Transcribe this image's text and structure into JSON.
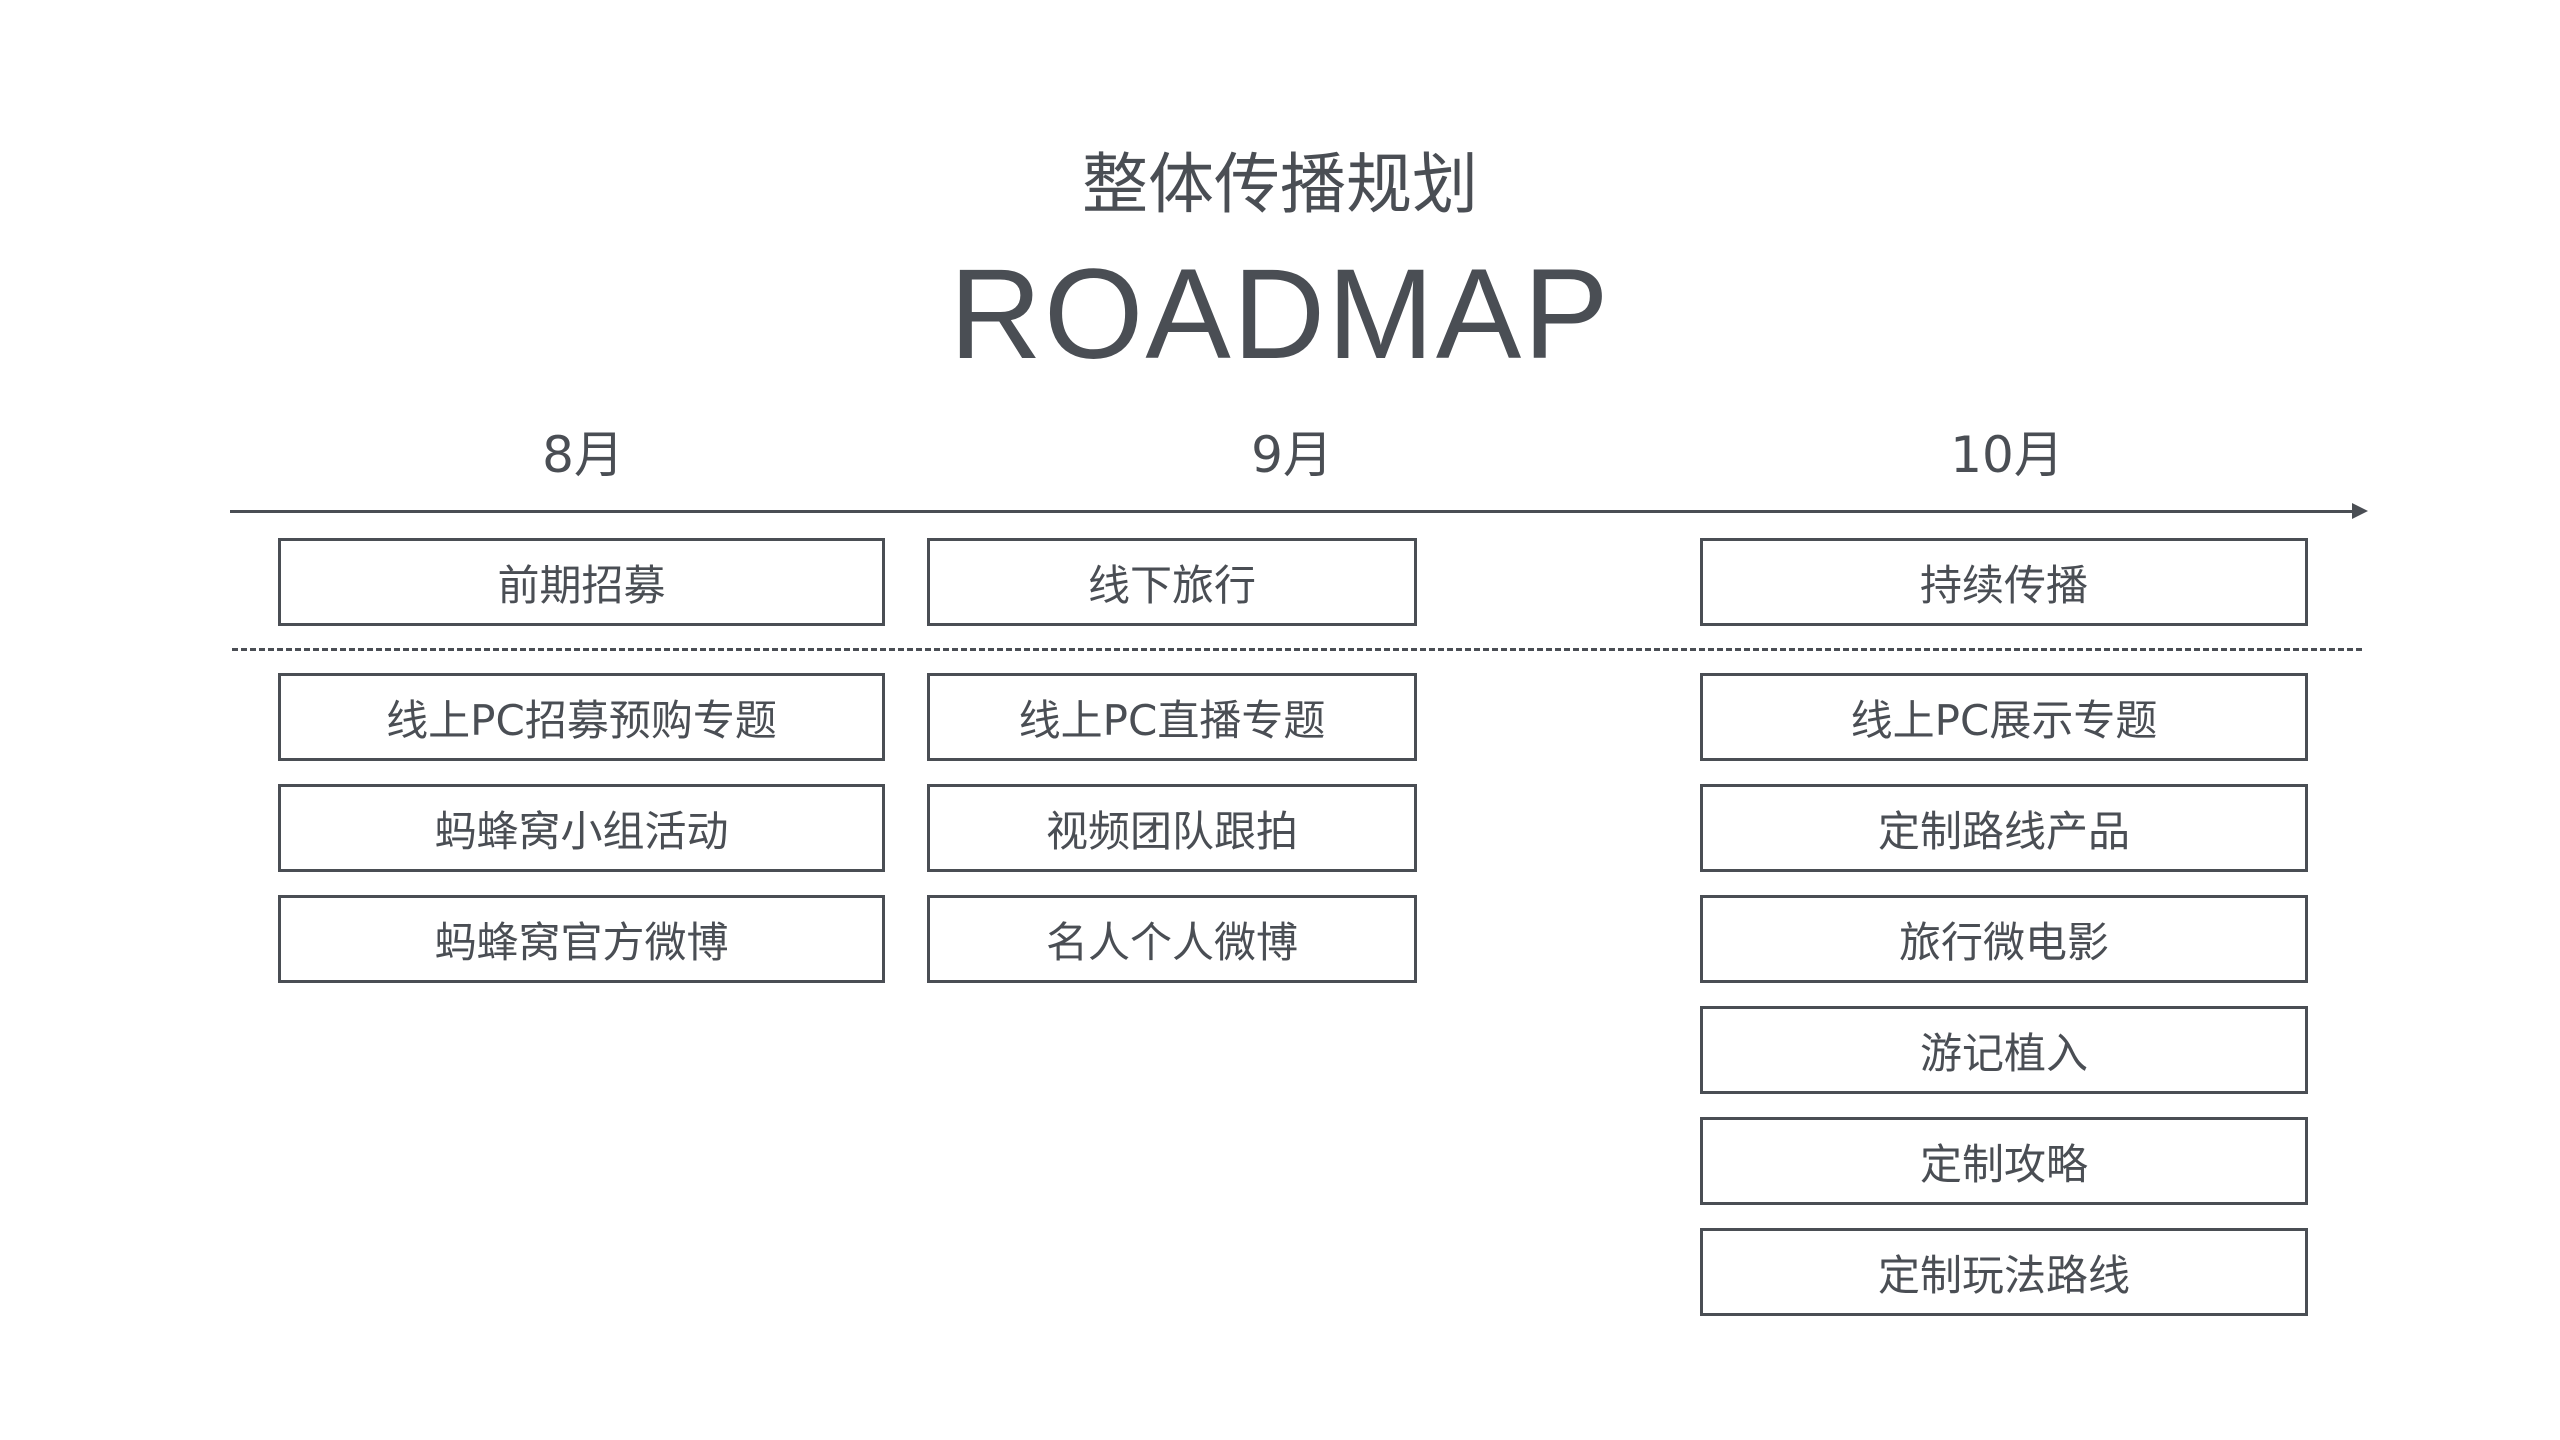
{
  "header": {
    "subtitle": "整体传播规划",
    "title": "ROADMAP"
  },
  "months": [
    "8月",
    "9月",
    "10月"
  ],
  "phases": [
    "前期招募",
    "线下旅行",
    "持续传播"
  ],
  "columns": [
    {
      "month": "8月",
      "phase": "前期招募",
      "items": [
        "线上PC招募预购专题",
        "蚂蜂窝小组活动",
        "蚂蜂窝官方微博"
      ]
    },
    {
      "month": "9月",
      "phase": "线下旅行",
      "items": [
        "线上PC直播专题",
        "视频团队跟拍",
        "名人个人微博"
      ]
    },
    {
      "month": "10月",
      "phase": "持续传播",
      "items": [
        "线上PC展示专题",
        "定制路线产品",
        "旅行微电影",
        "游记植入",
        "定制攻略",
        "定制玩法路线"
      ]
    }
  ]
}
